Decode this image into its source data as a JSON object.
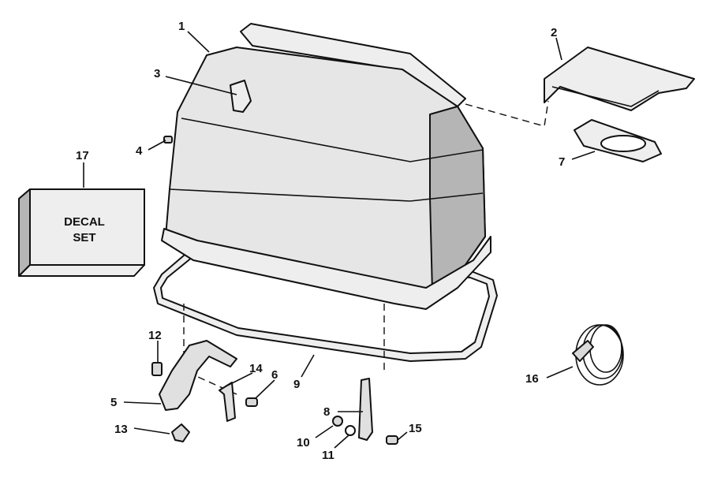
{
  "callouts": {
    "c1": "1",
    "c2": "2",
    "c3": "3",
    "c4": "4",
    "c5": "5",
    "c6": "6",
    "c7": "7",
    "c8": "8",
    "c9": "9",
    "c10": "10",
    "c11": "11",
    "c12": "12",
    "c13": "13",
    "c14": "14",
    "c15": "15",
    "c16": "16",
    "c17": "17"
  },
  "decal_box": {
    "line1": "DECAL",
    "line2": "SET"
  }
}
